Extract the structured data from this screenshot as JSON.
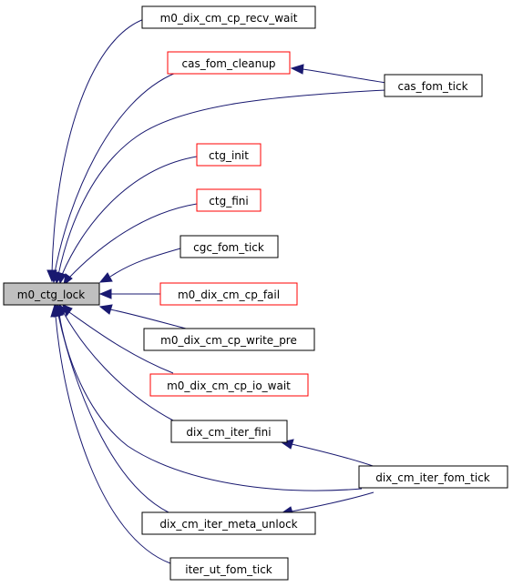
{
  "nodes": {
    "root": {
      "label": "m0_ctg_lock"
    },
    "recv_wait": {
      "label": "m0_dix_cm_cp_recv_wait"
    },
    "cas_cleanup": {
      "label": "cas_fom_cleanup"
    },
    "cas_tick": {
      "label": "cas_fom_tick"
    },
    "ctg_init": {
      "label": "ctg_init"
    },
    "ctg_fini": {
      "label": "ctg_fini"
    },
    "cgc_tick": {
      "label": "cgc_fom_tick"
    },
    "cp_fail": {
      "label": "m0_dix_cm_cp_fail"
    },
    "write_pre": {
      "label": "m0_dix_cm_cp_write_pre"
    },
    "io_wait": {
      "label": "m0_dix_cm_cp_io_wait"
    },
    "iter_fini": {
      "label": "dix_cm_iter_fini"
    },
    "iter_tick": {
      "label": "dix_cm_iter_fom_tick"
    },
    "meta_unlock": {
      "label": "dix_cm_iter_meta_unlock"
    },
    "ut_tick": {
      "label": "iter_ut_fom_tick"
    }
  },
  "colors": {
    "edge": "#191970",
    "complete_border": "#000000",
    "truncated_border": "#ff0000",
    "root_fill": "#bfbfbf"
  }
}
